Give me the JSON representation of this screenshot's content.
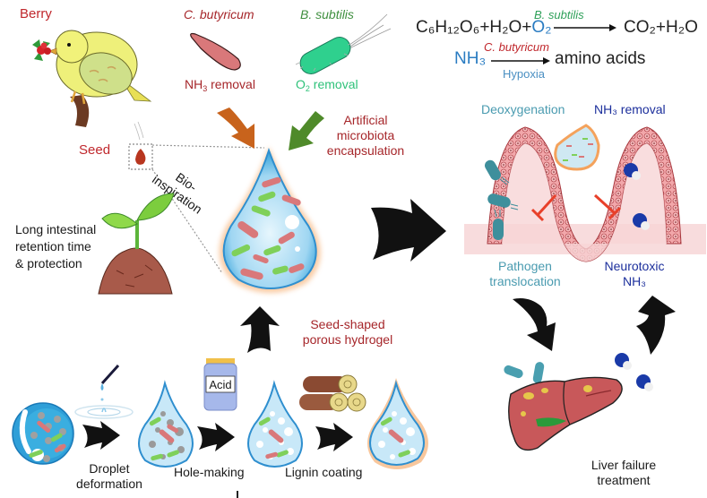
{
  "labels": {
    "berry": "Berry",
    "seed": "Seed",
    "retention": [
      "Long intestinal",
      "retention time",
      "& protection"
    ],
    "bio_inspiration": [
      "Bio-",
      "inspiration"
    ],
    "c_butyricum": "C. butyricum",
    "b_subtilis": "B. subtilis",
    "nh3_removal_prefix": "NH",
    "nh3_removal_sub": "3",
    "nh3_removal_suffix": " removal",
    "o2_removal_prefix": "O",
    "o2_removal_sub": "2",
    "o2_removal_suffix": " removal",
    "artificial": [
      "Artificial",
      "microbiota",
      "encapsulation"
    ],
    "seed_shaped": [
      "Seed-shaped",
      "porous hydrogel"
    ],
    "droplet_deformation": [
      "Droplet",
      "deformation"
    ],
    "hole_making": "Hole-making",
    "lignin_coating": "Lignin coating",
    "acid": "Acid",
    "deoxygenation": "Deoxygenation",
    "nh3_removal_gut": "NH₃ removal",
    "pathogen": [
      "Pathogen",
      "translocation"
    ],
    "neurotoxic": [
      "Neurotoxic",
      "NH₃"
    ],
    "liver": [
      "Liver failure",
      "treatment"
    ]
  },
  "equations": {
    "eq1_left": "C₆H₁₂O₆+H₂O+",
    "eq1_o2": "O₂",
    "eq1_catalyst": "B. subtilis",
    "eq1_right": "CO₂+H₂O",
    "eq2_left": "NH₃",
    "eq2_catalyst": "C. butyricum",
    "eq2_condition": "Hypoxia",
    "eq2_right": "amino acids"
  },
  "colors": {
    "red_label": "#c0282d",
    "green_label": "#3f8f3f",
    "teal_label": "#4a9bb0",
    "navy_label": "#1c2f9c",
    "drop_blue": "#2f9fd8",
    "drop_glow": "#f4a25c",
    "c_butyricum_body": "#d9787a",
    "b_subtilis_body": "#3fd69a",
    "orange_arrow": "#c8631c",
    "green_arrow": "#4f8a2a",
    "inhibit_red": "#e8402a",
    "liver": "#c8585a",
    "villus": "#e88b8f"
  }
}
